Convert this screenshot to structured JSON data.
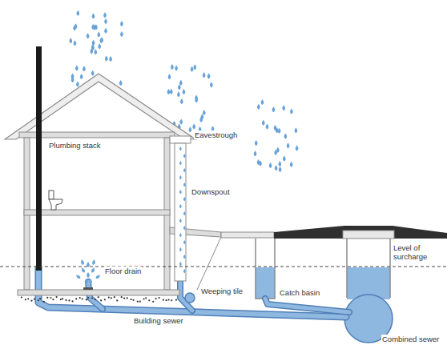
{
  "diagram": {
    "labels": [
      "Plumbing stack",
      "Eavestrough",
      "Downspout",
      "Floor drain",
      "Level of surcharge",
      "Weeping tile",
      "Catch basin",
      "Building sewer",
      "Combined sewer"
    ]
  }
}
